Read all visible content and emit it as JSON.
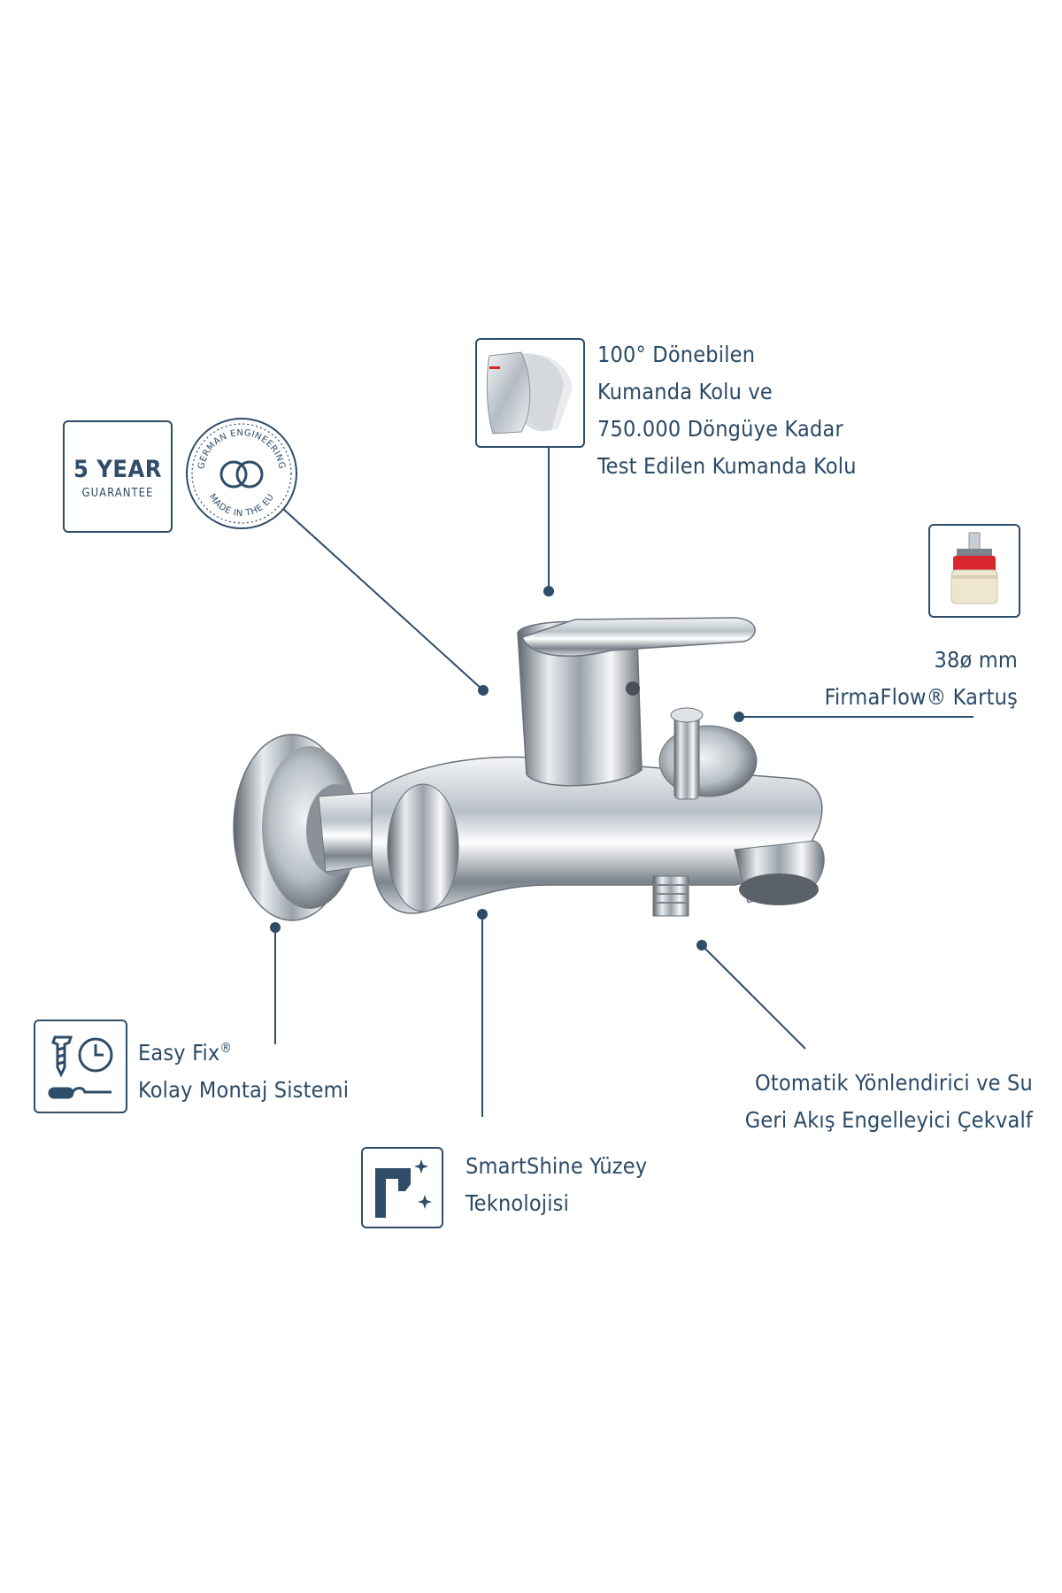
{
  "guarantee": {
    "big": "5 YEAR",
    "small": "GUARANTEE"
  },
  "seal": {
    "top_text": "GERMAN ENGINEERING",
    "bottom_text": "MADE IN THE EU",
    "icon": "interlocking-rings-icon"
  },
  "handle_feature": {
    "lines": [
      "100° Dönebilen",
      "Kumanda Kolu ve",
      "750.000 Döngüye Kadar",
      "Test Edilen Kumanda Kolu"
    ],
    "icon": "rotating-handle-icon"
  },
  "cartridge_feature": {
    "line1": "38ø mm",
    "line2": "FirmaFlow® Kartuş",
    "icon": "cartridge-icon"
  },
  "easyfix_feature": {
    "title": "Easy Fix",
    "title_mark": "®",
    "subtitle": "Kolay Montaj Sistemi",
    "icon": "screw-clock-screwdriver-icon"
  },
  "diverter_feature": {
    "lines": [
      "Otomatik Yönlendirici ve Su",
      "Geri Akış Engelleyici Çekvalf"
    ]
  },
  "smartshine_feature": {
    "lines": [
      "SmartShine Yüzey",
      "Teknolojisi"
    ],
    "icon": "sparkling-faucet-icon"
  },
  "colors": {
    "navy": "#2f4c68",
    "chrome_light": "#e8ecef",
    "chrome_dark": "#4a5058",
    "cartridge_red": "#d8262e"
  }
}
